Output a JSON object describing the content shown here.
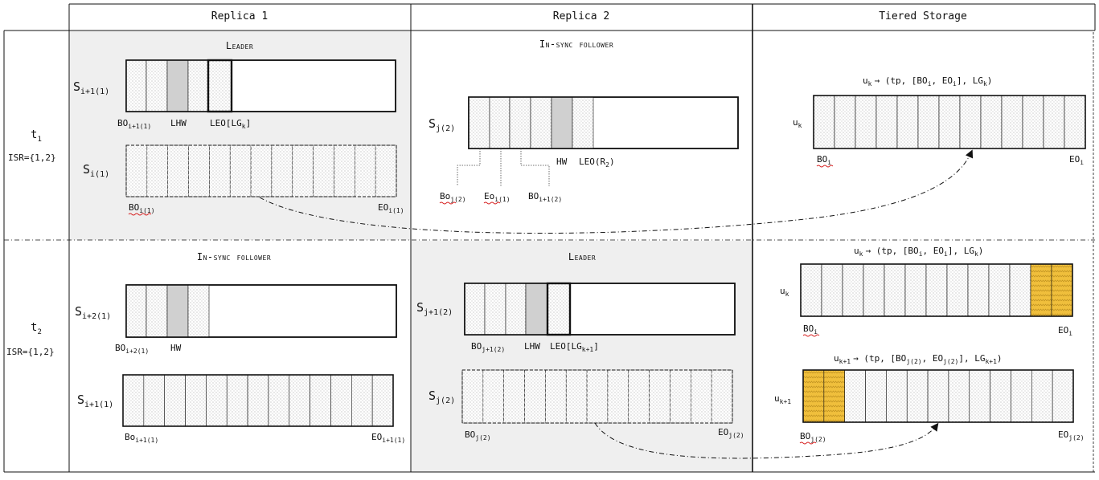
{
  "columns": {
    "replica1": "Replica 1",
    "replica2": "Replica 2",
    "tiered": "Tiered Storage"
  },
  "rows": [
    {
      "time": "t",
      "time_sub": "1",
      "isr": "ISR={1,2}"
    },
    {
      "time": "t",
      "time_sub": "2",
      "isr": "ISR={1,2}"
    }
  ],
  "roles": {
    "r1_t1": "Leader",
    "r2_t1": "In-sync follower",
    "r1_t2": "In-sync follower",
    "r2_t2": "Leader"
  },
  "segments": {
    "r1_t1_top": {
      "name": "S",
      "sub": "i+1(1)"
    },
    "r1_t1_bottom": {
      "name": "S",
      "sub": "i(1)"
    },
    "r2_t1": {
      "name": "S",
      "sub": "j(2)"
    },
    "r1_t2_top": {
      "name": "S",
      "sub": "i+2(1)"
    },
    "r1_t2_bottom": {
      "name": "S",
      "sub": "i+1(1)"
    },
    "r2_t2_top": {
      "name": "S",
      "sub": "j+1(2)"
    },
    "r2_t2_bottom": {
      "name": "S",
      "sub": "j(2)"
    }
  },
  "labels": {
    "bo_i1_1": "BO",
    "bo_i1_1_sub": "i+1(1)",
    "lhw": "LHW",
    "leo": "LEO[LG",
    "leo_sub": "k",
    "leo_end": "]",
    "bo_i_1": "BO",
    "bo_i_1_sub": "i(1)",
    "eo_i_1": "EO",
    "eo_i_1_sub": "i(1)",
    "hw": "HW",
    "leo_r2": "LEO(R",
    "leo_r2_sub": "2",
    "leo_r2_end": ")",
    "bo_j2": "Bo",
    "bo_j2_sub": "j(2)",
    "eo_i1": "Eo",
    "eo_i1_sub": "i(1)",
    "bo_i12": "BO",
    "bo_i12_sub": "i+1(2)",
    "bo_i2_1": "BO",
    "bo_i2_1_sub": "i+2(1)",
    "hw2": "HW",
    "bo_lower_i1": "Bo",
    "bo_lower_i1_sub": "i+1(1)",
    "eo_lower_i1": "EO",
    "eo_lower_i1_sub": "i+1(1)",
    "bo_j1_2": "BO",
    "bo_j1_2_sub": "j+1(2)",
    "lhw2": "LHW",
    "leo2": "LEO[LG",
    "leo2_sub": "k+1",
    "leo2_end": "]",
    "bo_j_2": "BO",
    "bo_j_2_sub": "j(2)",
    "eo_j_2": "EO",
    "eo_j_2_sub": "j(2)"
  },
  "tiered": {
    "uk_formula_t1": {
      "u": "u",
      "u_sub": "k",
      "arrow": "→ (tp, [BO",
      "bo_sub": "i",
      "mid": ", EO",
      "eo_sub": "i",
      "end": "], LG",
      "lg_sub": "k",
      "close": ")"
    },
    "uk_label_t1": {
      "u": "u",
      "sub": "k"
    },
    "uk_bo_t1": {
      "t": "BO",
      "sub": "i"
    },
    "uk_eo_t1": {
      "t": "EO",
      "sub": "i"
    },
    "uk_formula_t2": {
      "u": "u",
      "u_sub": "k",
      "arrow": "→ (tp, [BO",
      "bo_sub": "i",
      "mid": ", EO",
      "eo_sub": "i",
      "end": "], LG",
      "lg_sub": "k",
      "close": ")"
    },
    "uk_label_t2": {
      "u": "u",
      "sub": "k"
    },
    "uk_bo_t2": {
      "t": "BO",
      "sub": "i"
    },
    "uk_eo_t2": {
      "t": "EO",
      "sub": "i"
    },
    "uk1_formula": {
      "u": "u",
      "u_sub": "k+1",
      "arrow": "→ (tp, [BO",
      "bo_sub": "j(2)",
      "mid": ", EO",
      "eo_sub": "j(2)",
      "end": "], LG",
      "lg_sub": "k+1",
      "close": ")"
    },
    "uk1_label": {
      "u": "u",
      "sub": "k+1"
    },
    "uk1_bo": {
      "t": "BO",
      "sub": "j(2)"
    },
    "uk1_eo": {
      "t": "EO",
      "sub": "j(2)"
    }
  },
  "colors": {
    "shade_leader": "#efefef",
    "hw_fill": "#d0d0d0",
    "gold": "#f0bf3c"
  }
}
